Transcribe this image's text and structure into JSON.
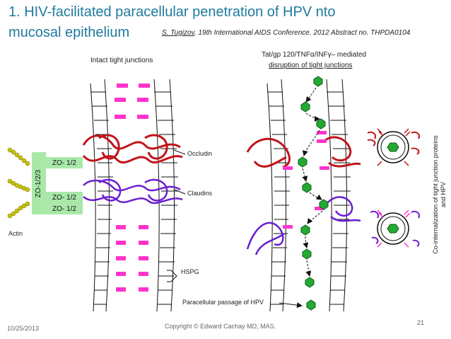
{
  "slide": {
    "title_line1": "1. HIV-facilitated paracellular penetration of HPV nto",
    "title_line2": "mucosal epithelium",
    "citation_author": "S. Tugizov",
    "citation_rest": ", 19th International AIDS Conference. 2012 Abstract no. THPDA0104",
    "date": "10/25/2013",
    "copyright": "Copyright © Edward Cachay MD, MAS.",
    "page_number": "21"
  },
  "labels": {
    "intact": "Intact tight  junctions",
    "disruption_line1": "Tat/gp 120/TNFα/INFγ– mediated",
    "disruption_line2": "disruption of tight junctions",
    "occludin": "Occludin",
    "claudins": "Claudins",
    "hspg": "HSPG",
    "paracellular": "Paracellular passage of HPV",
    "actin": "Actin",
    "zo123": "ZO-1/2/3",
    "zo12_a": "ZO- 1/2",
    "zo12_b": "ZO- 1/2",
    "zo12_c": "ZO- 1/2",
    "cointernalization_line1": "Co-internalization of tight junction proteins",
    "cointernalization_line2": "and HPV"
  },
  "colors": {
    "title": "#1f7a9e",
    "occludin": "#c0141a",
    "claudin": "#6a1fd1",
    "hspg": "#ff33cc",
    "hpv": "#22aa33",
    "zo_box": "#a9e8a9",
    "actin": "#c8c200"
  }
}
